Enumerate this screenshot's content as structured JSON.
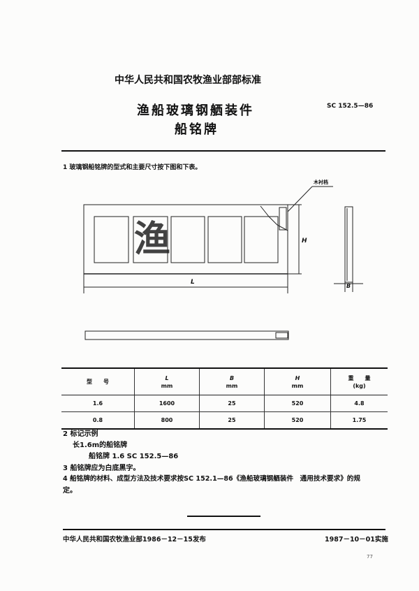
{
  "header": {
    "issuer": "中华人民共和国农牧渔业部部标准",
    "title": "渔船玻璃钢舾装件",
    "subtitle": "船铭牌",
    "code": "SC 152.5—86"
  },
  "clause1": "1  玻璃钢船铭牌的型式和主要尺寸按下图和下表。",
  "figure": {
    "callout": "木衬档",
    "dim_L": "L",
    "dim_H": "H",
    "dim_B": "B",
    "plate_char": "渔"
  },
  "table": {
    "headers": [
      {
        "name": "型　　号",
        "unit": ""
      },
      {
        "name": "L",
        "unit": "mm"
      },
      {
        "name": "B",
        "unit": "mm"
      },
      {
        "name": "H",
        "unit": "mm"
      },
      {
        "name": "重　　量",
        "unit": "(kg)"
      }
    ],
    "rows": [
      [
        "1.6",
        "1600",
        "25",
        "520",
        "4.8"
      ],
      [
        "0.8",
        "800",
        "25",
        "520",
        "1.75"
      ]
    ]
  },
  "clause2": {
    "title": "2  标记示例",
    "line1": "长1.6m的船铭牌",
    "line2": "船铭牌  1.6  SC 152.5—86"
  },
  "clause3": "3  船铭牌应为白底黑字。",
  "clause4": {
    "line1": "4  船铭牌的材料、成型方法及技术要求按SC 152.1—86《渔船玻璃钢舾装件　通用技术要求》的规",
    "line2": "定。"
  },
  "footer": {
    "issued": "中华人民共和国农牧渔业部1986－12－15发布",
    "effective": "1987－10－01实施",
    "page": "77"
  }
}
